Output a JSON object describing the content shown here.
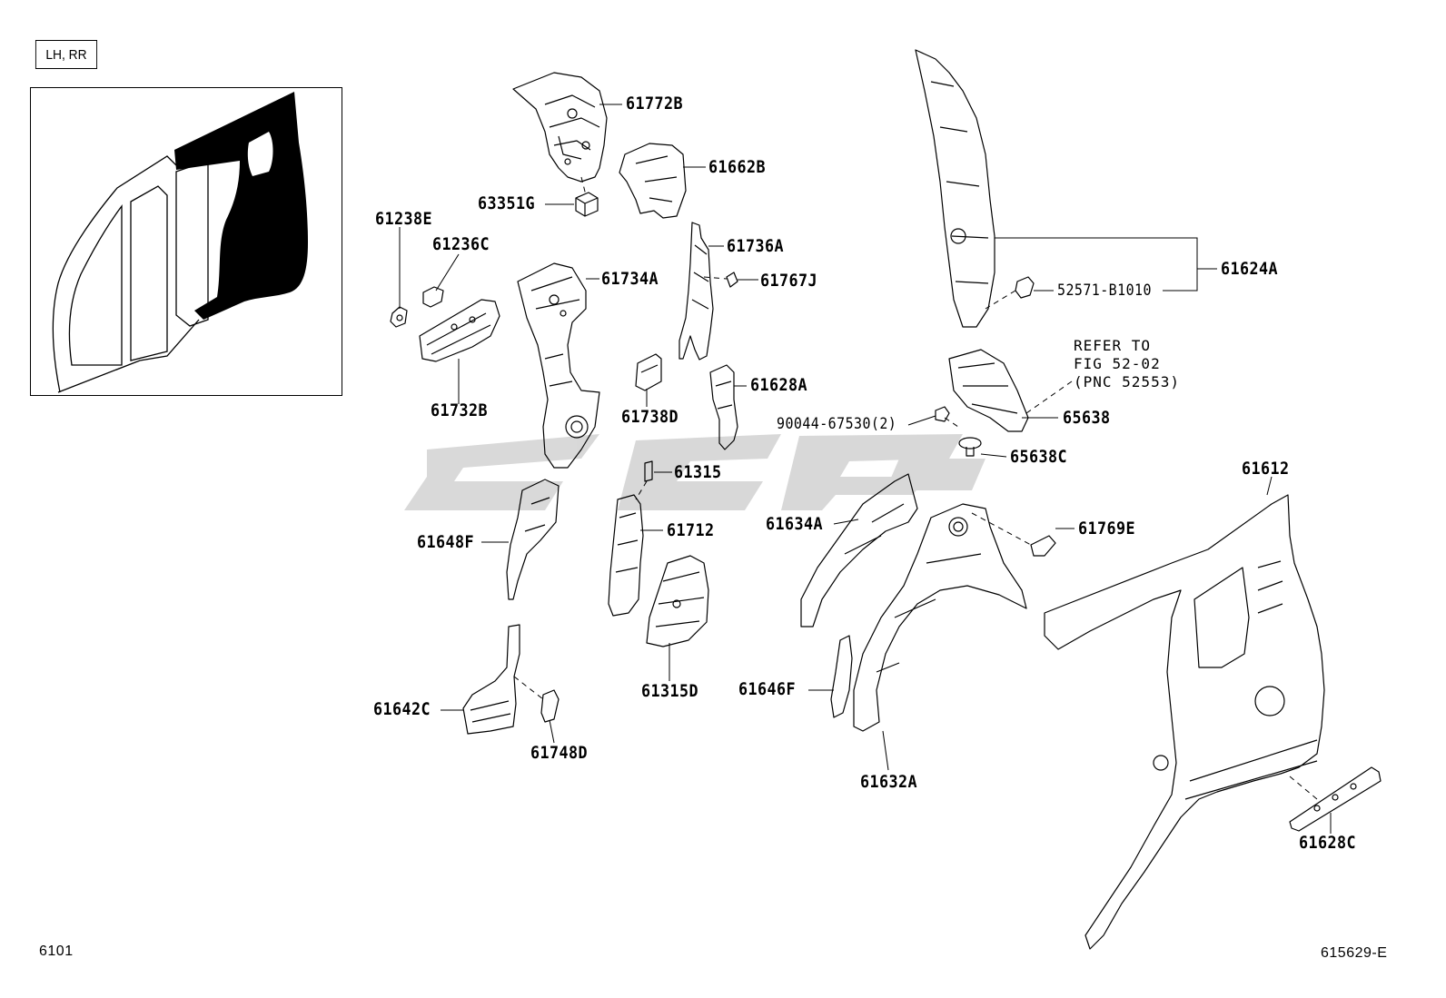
{
  "header": {
    "side_badge": "LH, RR"
  },
  "labels": {
    "p61772B": "61772B",
    "p61662B": "61662B",
    "p63351G": "63351G",
    "p61238E": "61238E",
    "p61236C": "61236C",
    "p61734A": "61734A",
    "p61736A": "61736A",
    "p61767J": "61767J",
    "p61732B": "61732B",
    "p61738D": "61738D",
    "p61628A": "61628A",
    "p61315": "61315",
    "p61648F": "61648F",
    "p61712": "61712",
    "p61315D": "61315D",
    "p61642C": "61642C",
    "p61748D": "61748D",
    "p61624A": "61624A",
    "p52571": "52571-B1010",
    "p65638": "65638",
    "p90044": "90044-67530(2)",
    "p65638C": "65638C",
    "p61634A": "61634A",
    "p61769E": "61769E",
    "p61612": "61612",
    "p61646F": "61646F",
    "p61632A": "61632A",
    "p61628C": "61628C"
  },
  "reference_note": {
    "line1": "REFER TO",
    "line2": "FIG 52-02",
    "line3": "(PNC 52553)"
  },
  "footer": {
    "figure_number": "6101",
    "illustration_code": "615629-E"
  },
  "colors": {
    "ink": "#000000",
    "watermark": "#d4d4d4"
  }
}
